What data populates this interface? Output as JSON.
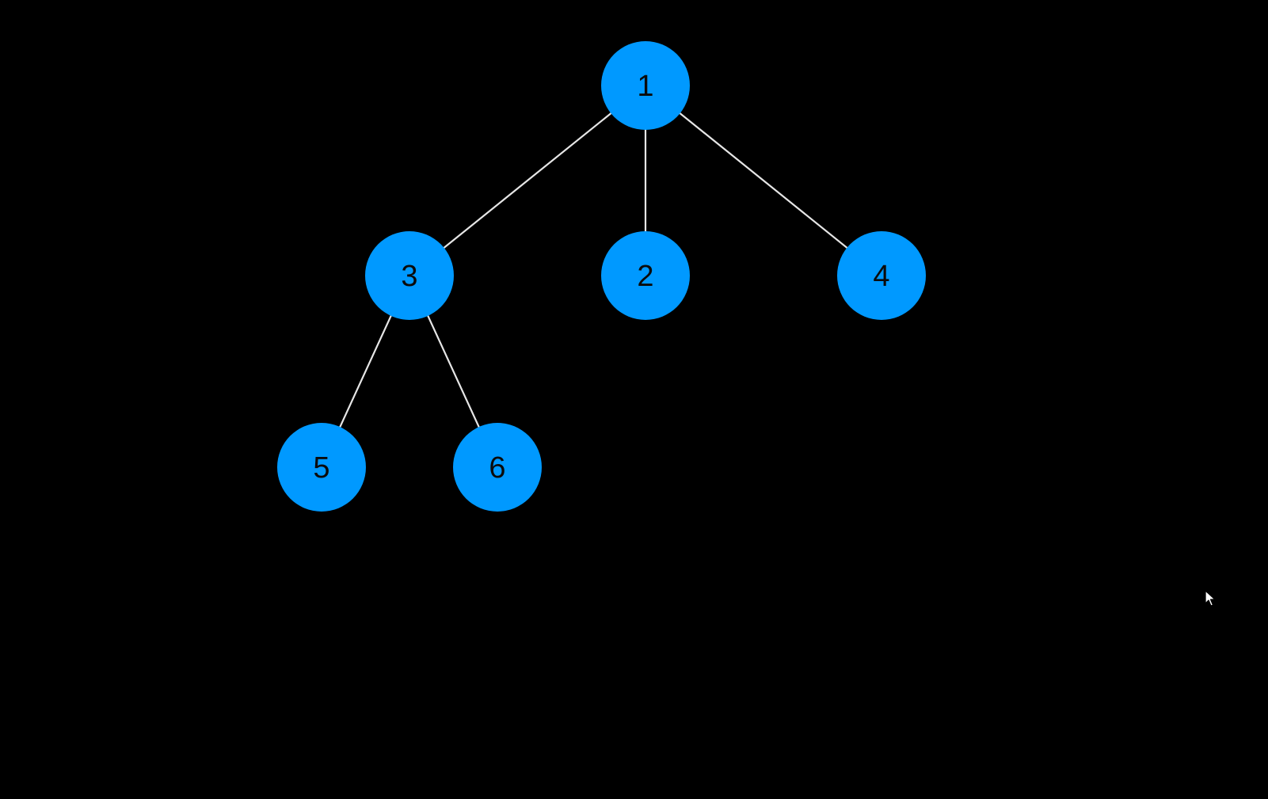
{
  "colors": {
    "background": "#000000",
    "node_fill": "#0099ff",
    "edge": "#e6e6e6",
    "label": "#0b0b0b"
  },
  "tree": {
    "nodes": [
      {
        "id": "1",
        "label": "1"
      },
      {
        "id": "3",
        "label": "3"
      },
      {
        "id": "2",
        "label": "2"
      },
      {
        "id": "4",
        "label": "4"
      },
      {
        "id": "5",
        "label": "5"
      },
      {
        "id": "6",
        "label": "6"
      }
    ],
    "edges": [
      {
        "from": "1",
        "to": "3"
      },
      {
        "from": "1",
        "to": "2"
      },
      {
        "from": "1",
        "to": "4"
      },
      {
        "from": "3",
        "to": "5"
      },
      {
        "from": "3",
        "to": "6"
      }
    ]
  },
  "cursor": {
    "icon": "mouse-pointer-icon"
  }
}
